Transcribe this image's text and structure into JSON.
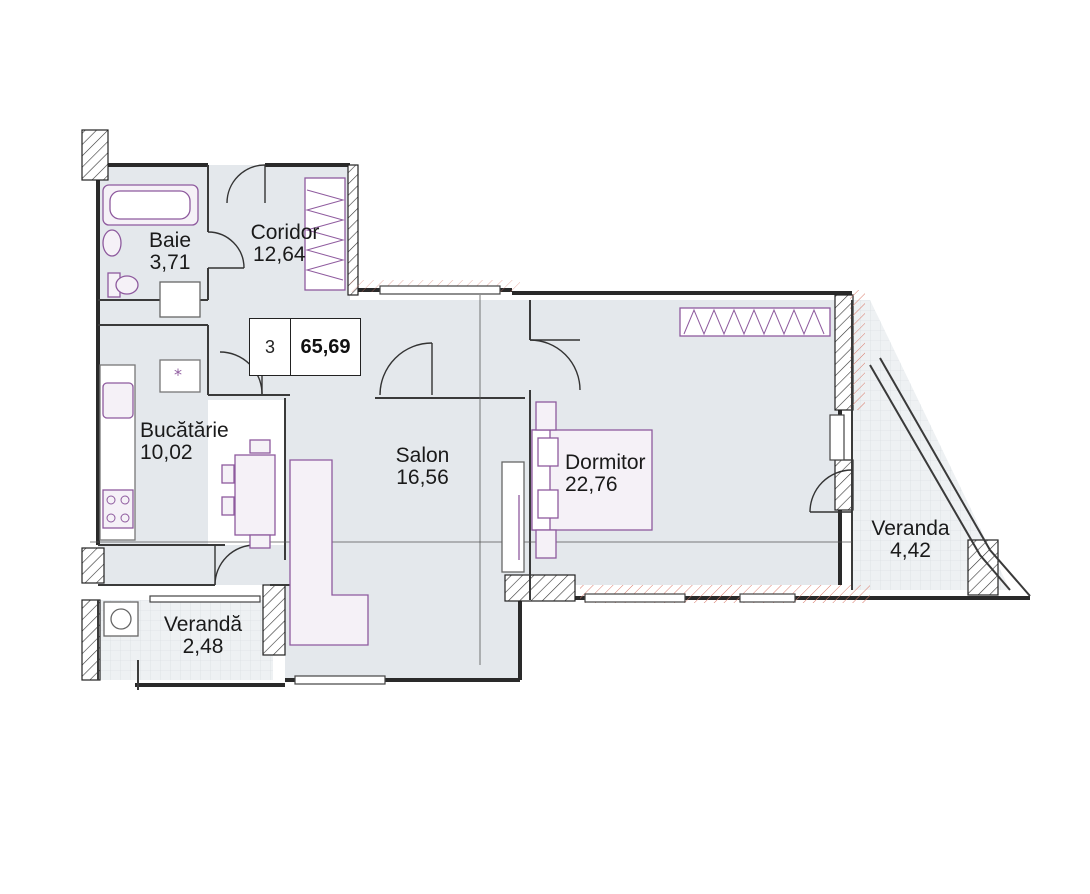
{
  "floor_plan": {
    "rooms": [
      {
        "name": "Baie",
        "area": "3,71"
      },
      {
        "name": "Coridor",
        "area": "12,64"
      },
      {
        "name": "Bucătărie",
        "area": "10,02"
      },
      {
        "name": "Salon",
        "area": "16,56"
      },
      {
        "name": "Dormitor",
        "area": "22,76"
      },
      {
        "name": "Veranda",
        "area": "4,42"
      },
      {
        "name": "Verandă",
        "area": "2,48"
      }
    ],
    "summary": {
      "rooms_count": "3",
      "total_area": "65,69"
    }
  },
  "colors": {
    "floor": "#e4e8ec",
    "wall": "#2a2a2a",
    "furniture": "#8e5a9e",
    "hatch": "#d97a6a"
  }
}
